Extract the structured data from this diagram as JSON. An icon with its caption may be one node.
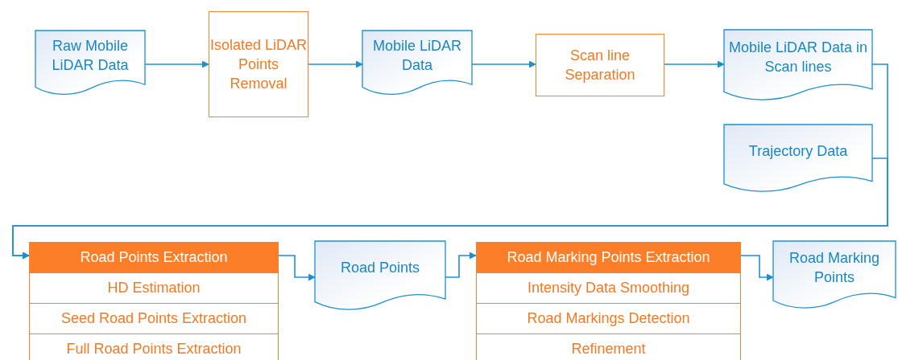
{
  "diagram": {
    "nodes": [
      {
        "text": [
          "Raw Mobile LiDAR Data"
        ]
      },
      {
        "text": [
          "Isolated LiDAR Points Removal"
        ]
      },
      {
        "text": [
          "Mobile LiDAR Data"
        ]
      },
      {
        "text": [
          "Scan line Separation"
        ]
      },
      {
        "text": [
          "Mobile LiDAR Data in Scan lines"
        ]
      },
      {
        "text": [
          "Trajectory Data"
        ]
      },
      {
        "text": [
          "Road Points Extraction"
        ]
      },
      {
        "text": [
          "HD Estimation"
        ],
        "in": 6
      },
      {
        "text": [
          "Seed Road Points Extraction"
        ],
        "in": 6
      },
      {
        "text": [
          "Full Road Points Extraction"
        ],
        "in": 6
      },
      {
        "text": [
          "Road Points"
        ]
      },
      {
        "text": [
          "Road Marking Points Extraction"
        ]
      },
      {
        "text": [
          "Intensity Data Smoothing"
        ],
        "in": 11
      },
      {
        "text": [
          "Road Markings Detection"
        ],
        "in": 11
      },
      {
        "text": [
          "Refinement"
        ],
        "in": 11
      },
      {
        "text": [
          "Road Marking Points"
        ]
      }
    ],
    "edges": [
      {
        "from": 0,
        "to": 1,
        "arrow": "to"
      },
      {
        "from": 1,
        "to": 2,
        "arrow": "to"
      },
      {
        "from": 2,
        "to": 3,
        "arrow": "to"
      },
      {
        "from": 3,
        "to": 4,
        "arrow": "to"
      },
      {
        "from": 4,
        "to": 6,
        "arrow": "to"
      },
      {
        "from": 5,
        "to": 6,
        "arrow": "to"
      },
      {
        "from": 6,
        "to": 10,
        "arrow": "to"
      },
      {
        "from": 10,
        "to": 11,
        "arrow": "to"
      },
      {
        "from": 11,
        "to": 15,
        "arrow": "to"
      }
    ]
  }
}
